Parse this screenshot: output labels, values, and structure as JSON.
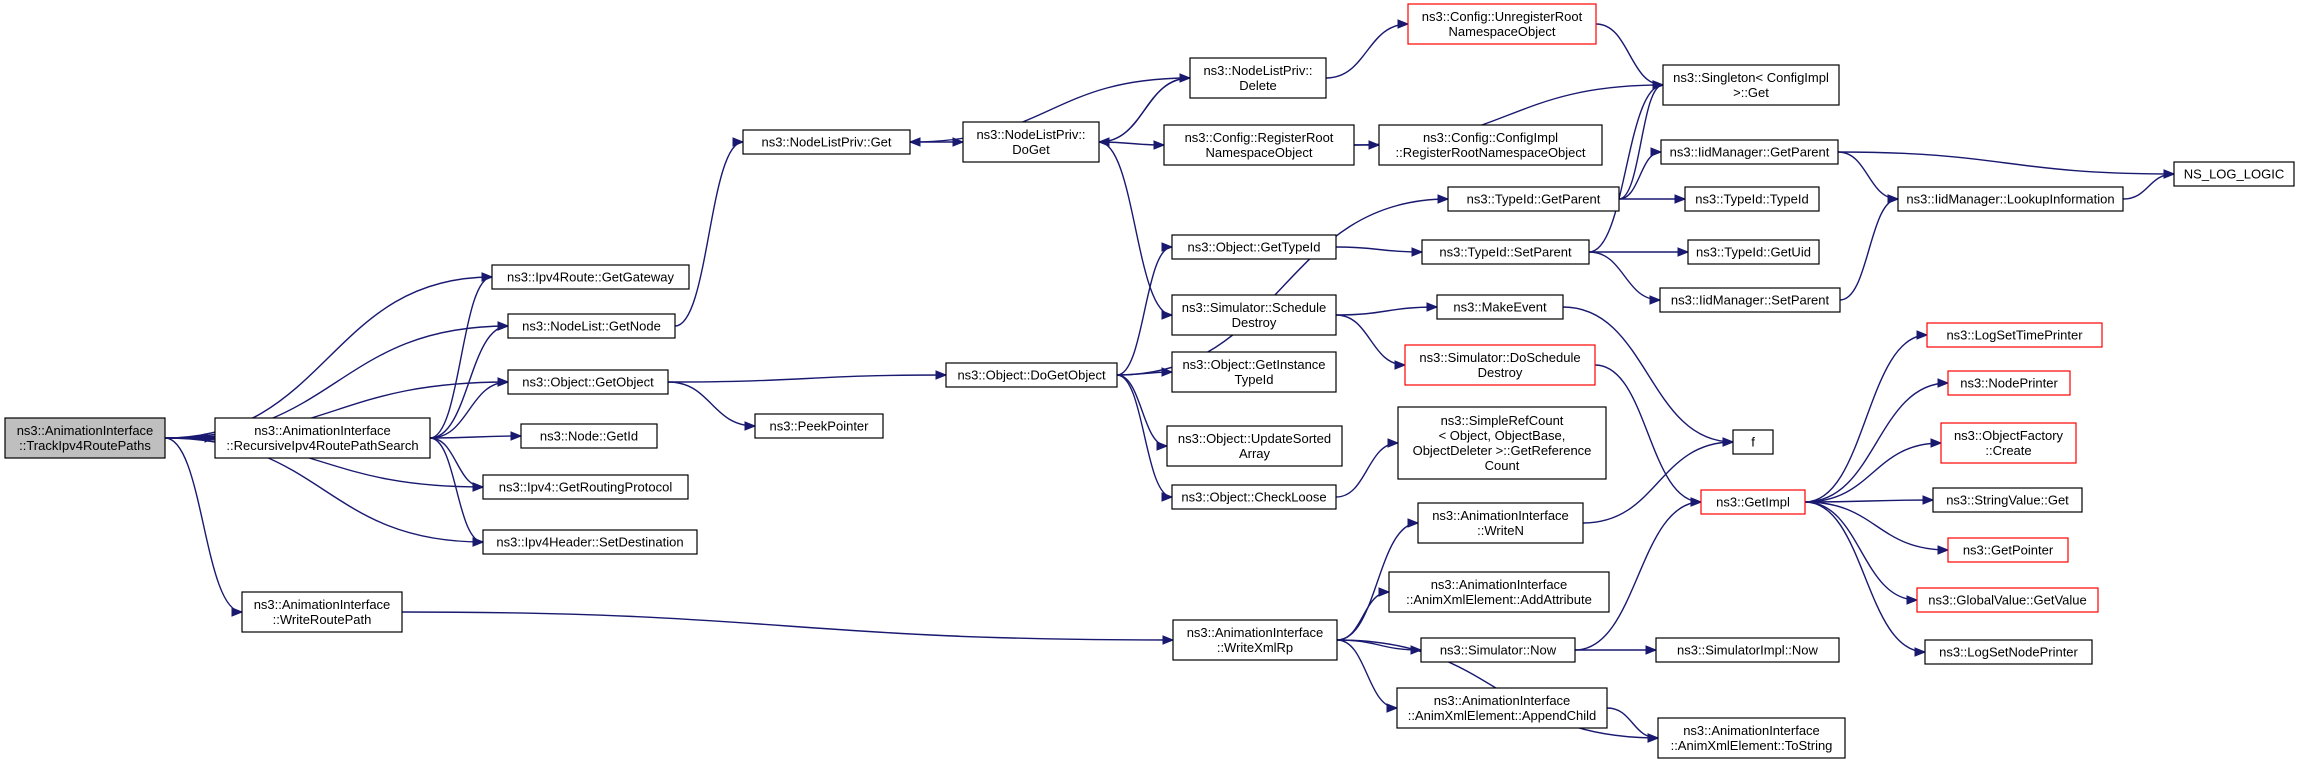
{
  "colors": {
    "edge": "#191970",
    "box_normal": "#000000",
    "box_truncated": "#ff0000",
    "root_fill": "#bfbfbf"
  },
  "nodes": [
    {
      "id": "root",
      "lines": [
        "ns3::AnimationInterface",
        "::TrackIpv4RoutePaths"
      ],
      "root": true
    },
    {
      "id": "rec",
      "lines": [
        "ns3::AnimationInterface",
        "::RecursiveIpv4RoutePathSearch"
      ]
    },
    {
      "id": "wrp",
      "lines": [
        "ns3::AnimationInterface",
        "::WriteRoutePath"
      ]
    },
    {
      "id": "gw",
      "lines": [
        "ns3::Ipv4Route::GetGateway"
      ]
    },
    {
      "id": "gn",
      "lines": [
        "ns3::NodeList::GetNode"
      ]
    },
    {
      "id": "go",
      "lines": [
        "ns3::Object::GetObject"
      ]
    },
    {
      "id": "gid",
      "lines": [
        "ns3::Node::GetId"
      ]
    },
    {
      "id": "grp",
      "lines": [
        "ns3::Ipv4::GetRoutingProtocol"
      ]
    },
    {
      "id": "sd",
      "lines": [
        "ns3::Ipv4Header::SetDestination"
      ]
    },
    {
      "id": "peek",
      "lines": [
        "ns3::PeekPointer"
      ]
    },
    {
      "id": "nlpget",
      "lines": [
        "ns3::NodeListPriv::Get"
      ]
    },
    {
      "id": "nlpdoget",
      "lines": [
        "ns3::NodeListPriv::",
        "DoGet"
      ]
    },
    {
      "id": "nlpdel",
      "lines": [
        "ns3::NodeListPriv::",
        "Delete"
      ]
    },
    {
      "id": "dgo",
      "lines": [
        "ns3::Object::DoGetObject"
      ]
    },
    {
      "id": "unreg",
      "lines": [
        "ns3::Config::UnregisterRoot",
        "NamespaceObject"
      ],
      "truncated": true
    },
    {
      "id": "reg",
      "lines": [
        "ns3::Config::RegisterRoot",
        "NamespaceObject"
      ]
    },
    {
      "id": "single",
      "lines": [
        "ns3::Singleton< ConfigImpl",
        " >::Get"
      ]
    },
    {
      "id": "cireg",
      "lines": [
        "ns3::Config::ConfigImpl",
        "::RegisterRootNamespaceObject"
      ]
    },
    {
      "id": "tgp",
      "lines": [
        "ns3::TypeId::GetParent"
      ]
    },
    {
      "id": "ogt",
      "lines": [
        "ns3::Object::GetTypeId"
      ]
    },
    {
      "id": "ssd",
      "lines": [
        "ns3::Simulator::Schedule",
        "Destroy"
      ]
    },
    {
      "id": "ogit",
      "lines": [
        "ns3::Object::GetInstance",
        "TypeId"
      ]
    },
    {
      "id": "ous",
      "lines": [
        "ns3::Object::UpdateSorted",
        "Array"
      ]
    },
    {
      "id": "ocl",
      "lines": [
        "ns3::Object::CheckLoose"
      ]
    },
    {
      "id": "tsp",
      "lines": [
        "ns3::TypeId::SetParent"
      ]
    },
    {
      "id": "me",
      "lines": [
        "ns3::MakeEvent"
      ]
    },
    {
      "id": "sdsd",
      "lines": [
        "ns3::Simulator::DoSchedule",
        "Destroy"
      ],
      "truncated": true
    },
    {
      "id": "src",
      "lines": [
        "ns3::SimpleRefCount",
        "< Object, ObjectBase,",
        " ObjectDeleter >::GetReference",
        "Count"
      ]
    },
    {
      "id": "wn",
      "lines": [
        "ns3::AnimationInterface",
        "::WriteN"
      ]
    },
    {
      "id": "wxr",
      "lines": [
        "ns3::AnimationInterface",
        "::WriteXmlRp"
      ]
    },
    {
      "id": "aa",
      "lines": [
        "ns3::AnimationInterface",
        "::AnimXmlElement::AddAttribute"
      ]
    },
    {
      "id": "snow",
      "lines": [
        "ns3::Simulator::Now"
      ]
    },
    {
      "id": "ac",
      "lines": [
        "ns3::AnimationInterface",
        "::AnimXmlElement::AppendChild"
      ]
    },
    {
      "id": "ts",
      "lines": [
        "ns3::AnimationInterface",
        "::AnimXmlElement::ToString"
      ]
    },
    {
      "id": "iidgp",
      "lines": [
        "ns3::IidManager::GetParent"
      ]
    },
    {
      "id": "tti",
      "lines": [
        "ns3::TypeId::TypeId"
      ]
    },
    {
      "id": "tgu",
      "lines": [
        "ns3::TypeId::GetUid"
      ]
    },
    {
      "id": "iidsp",
      "lines": [
        "ns3::IidManager::SetParent"
      ]
    },
    {
      "id": "f",
      "lines": [
        "f"
      ]
    },
    {
      "id": "gimpl",
      "lines": [
        "ns3::GetImpl"
      ],
      "truncated": true
    },
    {
      "id": "simpl",
      "lines": [
        "ns3::SimulatorImpl::Now"
      ]
    },
    {
      "id": "iidli",
      "lines": [
        "ns3::IidManager::LookupInformation"
      ]
    },
    {
      "id": "nll",
      "lines": [
        "NS_LOG_LOGIC"
      ]
    },
    {
      "id": "lstp",
      "lines": [
        "ns3::LogSetTimePrinter"
      ],
      "truncated": true
    },
    {
      "id": "np",
      "lines": [
        "ns3::NodePrinter"
      ],
      "truncated": true
    },
    {
      "id": "ofc",
      "lines": [
        "ns3::ObjectFactory",
        "::Create"
      ],
      "truncated": true
    },
    {
      "id": "svg",
      "lines": [
        "ns3::StringValue::Get"
      ]
    },
    {
      "id": "gp",
      "lines": [
        "ns3::GetPointer"
      ],
      "truncated": true
    },
    {
      "id": "gvgv",
      "lines": [
        "ns3::GlobalValue::GetValue"
      ],
      "truncated": true
    },
    {
      "id": "lsnp",
      "lines": [
        "ns3::LogSetNodePrinter"
      ]
    }
  ],
  "edges": [
    [
      "root",
      "gw"
    ],
    [
      "root",
      "gn"
    ],
    [
      "root",
      "go"
    ],
    [
      "root",
      "rec"
    ],
    [
      "root",
      "grp"
    ],
    [
      "root",
      "sd"
    ],
    [
      "root",
      "wrp"
    ],
    [
      "rec",
      "gw"
    ],
    [
      "rec",
      "gn"
    ],
    [
      "rec",
      "go"
    ],
    [
      "rec",
      "gid"
    ],
    [
      "rec",
      "grp"
    ],
    [
      "rec",
      "sd"
    ],
    [
      "wrp",
      "wxr"
    ],
    [
      "gn",
      "nlpget"
    ],
    [
      "go",
      "dgo"
    ],
    [
      "go",
      "peek"
    ],
    [
      "nlpget",
      "nlpdoget"
    ],
    [
      "nlpdoget",
      "nlpdel"
    ],
    [
      "nlpdoget",
      "reg"
    ],
    [
      "nlpdoget",
      "ssd"
    ],
    [
      "nlpdel",
      "nlpget"
    ],
    [
      "nlpdel",
      "nlpdoget"
    ],
    [
      "nlpdel",
      "unreg"
    ],
    [
      "unreg",
      "single"
    ],
    [
      "reg",
      "single"
    ],
    [
      "reg",
      "cireg"
    ],
    [
      "dgo",
      "tgp"
    ],
    [
      "dgo",
      "ogt"
    ],
    [
      "dgo",
      "ogit"
    ],
    [
      "dgo",
      "ous"
    ],
    [
      "dgo",
      "ocl"
    ],
    [
      "ogt",
      "tsp"
    ],
    [
      "ssd",
      "me"
    ],
    [
      "ssd",
      "sdsd"
    ],
    [
      "ocl",
      "src"
    ],
    [
      "tgp",
      "single"
    ],
    [
      "tgp",
      "iidgp"
    ],
    [
      "tgp",
      "tti"
    ],
    [
      "tsp",
      "single"
    ],
    [
      "tsp",
      "tgu"
    ],
    [
      "tsp",
      "iidsp"
    ],
    [
      "me",
      "f"
    ],
    [
      "sdsd",
      "gimpl"
    ],
    [
      "wn",
      "f"
    ],
    [
      "wxr",
      "wn"
    ],
    [
      "wxr",
      "aa"
    ],
    [
      "wxr",
      "snow"
    ],
    [
      "wxr",
      "ac"
    ],
    [
      "wxr",
      "ts"
    ],
    [
      "snow",
      "gimpl"
    ],
    [
      "snow",
      "simpl"
    ],
    [
      "ac",
      "ts"
    ],
    [
      "iidgp",
      "iidli"
    ],
    [
      "iidgp",
      "nll"
    ],
    [
      "iidsp",
      "iidli"
    ],
    [
      "iidli",
      "nll"
    ],
    [
      "gimpl",
      "lstp"
    ],
    [
      "gimpl",
      "np"
    ],
    [
      "gimpl",
      "ofc"
    ],
    [
      "gimpl",
      "svg"
    ],
    [
      "gimpl",
      "gp"
    ],
    [
      "gimpl",
      "gvgv"
    ],
    [
      "gimpl",
      "lsnp"
    ]
  ]
}
